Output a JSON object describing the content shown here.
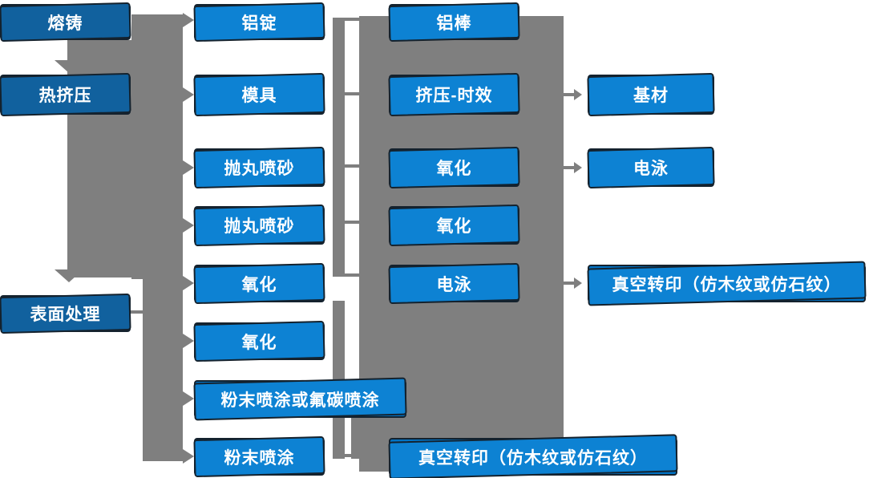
{
  "diagram": {
    "type": "process-flowchart",
    "language": "zh-CN",
    "colors": {
      "stage_fill": "#0F5488",
      "process_fill": "#0173C5",
      "connector_gray": "#7F7F7F",
      "box_border": "#14222E",
      "text": "#FFFFFF",
      "background": "#FFFFFF"
    },
    "nodes": {
      "melting": "熔铸",
      "hot_extrusion": "热挤压",
      "surface_treatment": "表面处理",
      "aluminum_ingot": "铝锭",
      "mold": "模具",
      "shot_blasting_1": "抛丸喷砂",
      "shot_blasting_2": "抛丸喷砂",
      "oxidation_1": "氧化",
      "oxidation_2": "氧化",
      "powder_or_fluorocarbon": "粉末喷涂或氟碳喷涂",
      "powder_coating": "粉末喷涂",
      "aluminum_rod": "铝棒",
      "extrusion_aging": "挤压-时效",
      "oxidation_3": "氧化",
      "oxidation_4": "氧化",
      "electrophoresis_left": "电泳",
      "vacuum_transfer_bottom": "真空转印（仿木纹或仿石纹）",
      "base_material": "基材",
      "electrophoresis_right": "电泳",
      "vacuum_transfer_right": "真空转印（仿木纹或仿石纹）"
    }
  }
}
